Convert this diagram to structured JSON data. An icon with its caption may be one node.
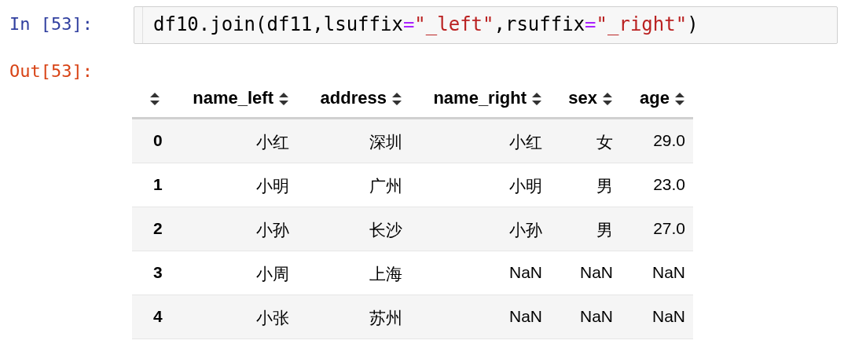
{
  "diagram": {
    "labels": [
      "In [53]:",
      "df10.join(df11,lsuffix=\"_left\",rsuffix=\"_right\")",
      "Out[53]:",
      "name_left",
      "address",
      "name_right",
      "sex",
      "age",
      "0",
      "小红",
      "深圳",
      "小红",
      "女",
      "29.0",
      "1",
      "小明",
      "广州",
      "小明",
      "男",
      "23.0",
      "2",
      "小孙",
      "长沙",
      "小孙",
      "男",
      "27.0",
      "3",
      "小周",
      "上海",
      "NaN",
      "NaN",
      "NaN",
      "4",
      "小张",
      "苏州",
      "NaN",
      "NaN",
      "NaN"
    ]
  }
}
